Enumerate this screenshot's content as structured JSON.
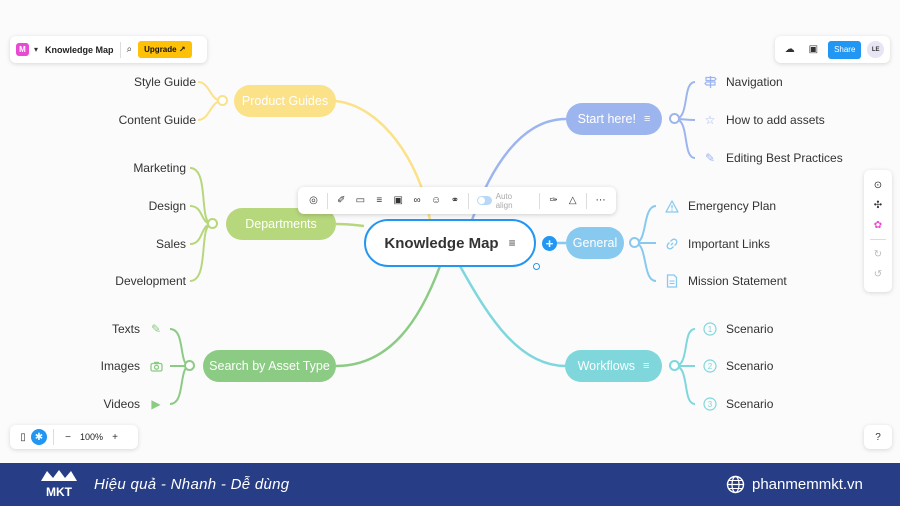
{
  "header": {
    "doc_title": "Knowledge Map",
    "upgrade_label": "Upgrade ↗",
    "share_label": "Share",
    "avatar_initials": "LE"
  },
  "toolbar": {
    "auto_align_label": "Auto align"
  },
  "zoom": {
    "level": "100%"
  },
  "root": {
    "label": "Knowledge Map"
  },
  "branches": {
    "product_guides": {
      "label": "Product Guides",
      "color": "#fbe188",
      "children": [
        "Style Guide",
        "Content Guide"
      ]
    },
    "departments": {
      "label": "Departments",
      "color": "#b7d77c",
      "children": [
        "Marketing",
        "Design",
        "Sales",
        "Development"
      ]
    },
    "search_by_asset_type": {
      "label": "Search by Asset Type",
      "color": "#8ccb84",
      "children": [
        "Texts",
        "Images",
        "Videos"
      ]
    },
    "start_here": {
      "label": "Start here!",
      "color": "#9db5ef",
      "children": [
        "Navigation",
        "How to add assets",
        "Editing Best Practices"
      ]
    },
    "general": {
      "label": "General",
      "color": "#88c9f0",
      "children": [
        "Emergency Plan",
        "Important Links",
        "Mission Statement"
      ]
    },
    "workflows": {
      "label": "Workflows",
      "color": "#7fd7dc",
      "children": [
        "Scenario",
        "Scenario",
        "Scenario"
      ]
    }
  },
  "numbers": [
    "1",
    "2",
    "3"
  ],
  "banner": {
    "slogan": "Hiệu quả - Nhanh - Dễ dùng",
    "website": "phanmemmkt.vn",
    "logo_text": "MKT",
    "color": "#273e86"
  }
}
